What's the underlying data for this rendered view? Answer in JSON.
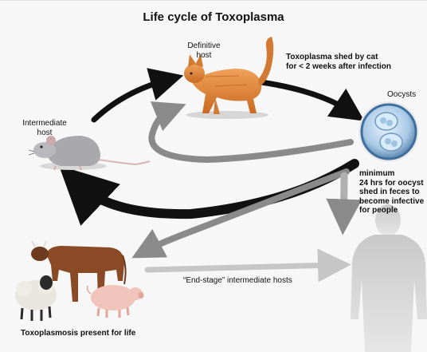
{
  "title": "Life cycle of Toxoplasma",
  "labels": {
    "definitive_host": [
      "Definitive",
      "host"
    ],
    "intermediate_host": [
      "Intermediate",
      "host"
    ],
    "oocysts": "Oocysts",
    "shed_by_cat": [
      "Toxoplasma shed by cat",
      "for < 2 weeks after infection"
    ],
    "minimum_time": [
      "minimum",
      "24 hrs for oocyst",
      "shed in feces to",
      "become infective",
      "for people"
    ],
    "end_stage": "“End-stage” intermediate hosts",
    "present_for_life": "Toxoplasmosis present for life"
  },
  "colors": {
    "background": "#f7f7f7",
    "arrow_dark": "#111111",
    "arrow_gray": "#8a8a8a",
    "arrow_light": "#c8c8c8",
    "cat": "#e0873a",
    "oocyst_ring": "#3f6f9e",
    "oocyst_fill": "#b9d6ee",
    "human": "#bdbdbd"
  },
  "icons": [
    "cat-icon",
    "mouse-icon",
    "oocyst-dish-icon",
    "cow-icon",
    "sheep-icon",
    "pig-icon",
    "human-silhouette-icon"
  ]
}
